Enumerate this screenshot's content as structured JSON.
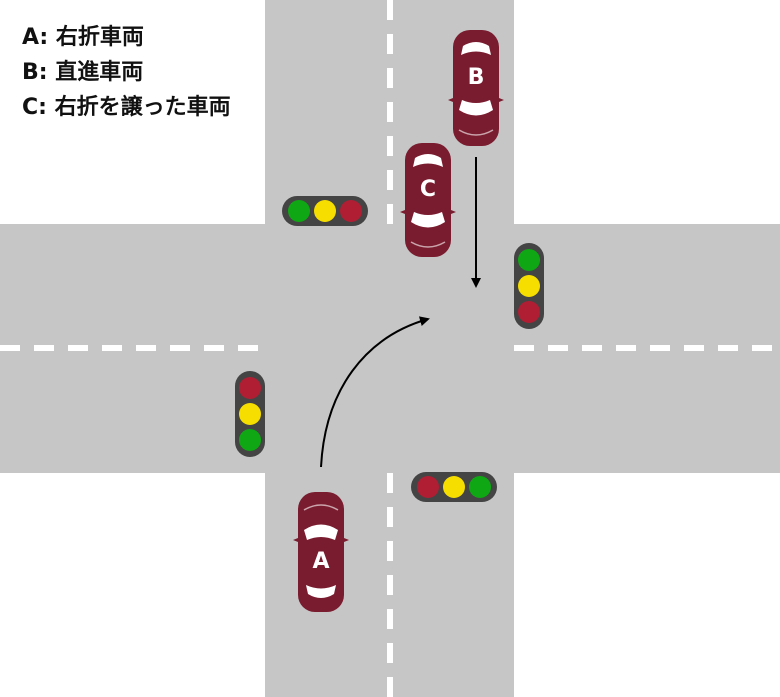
{
  "legend": [
    "A: 右折車両",
    "B: 直進車両",
    "C: 右折を譲った車両"
  ],
  "cars": {
    "a": {
      "label": "A"
    },
    "b": {
      "label": "B"
    },
    "c": {
      "label": "C"
    }
  },
  "colors": {
    "road": "#c6c6c6",
    "lane_marking": "#ffffff",
    "car_body": "#7a1c2f",
    "car_glass": "#ffffff",
    "light_housing": "#444444",
    "light_green": "#0fa814",
    "light_yellow": "#f6de00",
    "light_red": "#b01e33",
    "arrow": "#000000"
  },
  "traffic_lights": {
    "top": [
      "green",
      "yellow",
      "red"
    ],
    "right": [
      "green",
      "yellow",
      "red"
    ],
    "left": [
      "red",
      "yellow",
      "green"
    ],
    "bottom": [
      "red",
      "yellow",
      "green"
    ]
  }
}
